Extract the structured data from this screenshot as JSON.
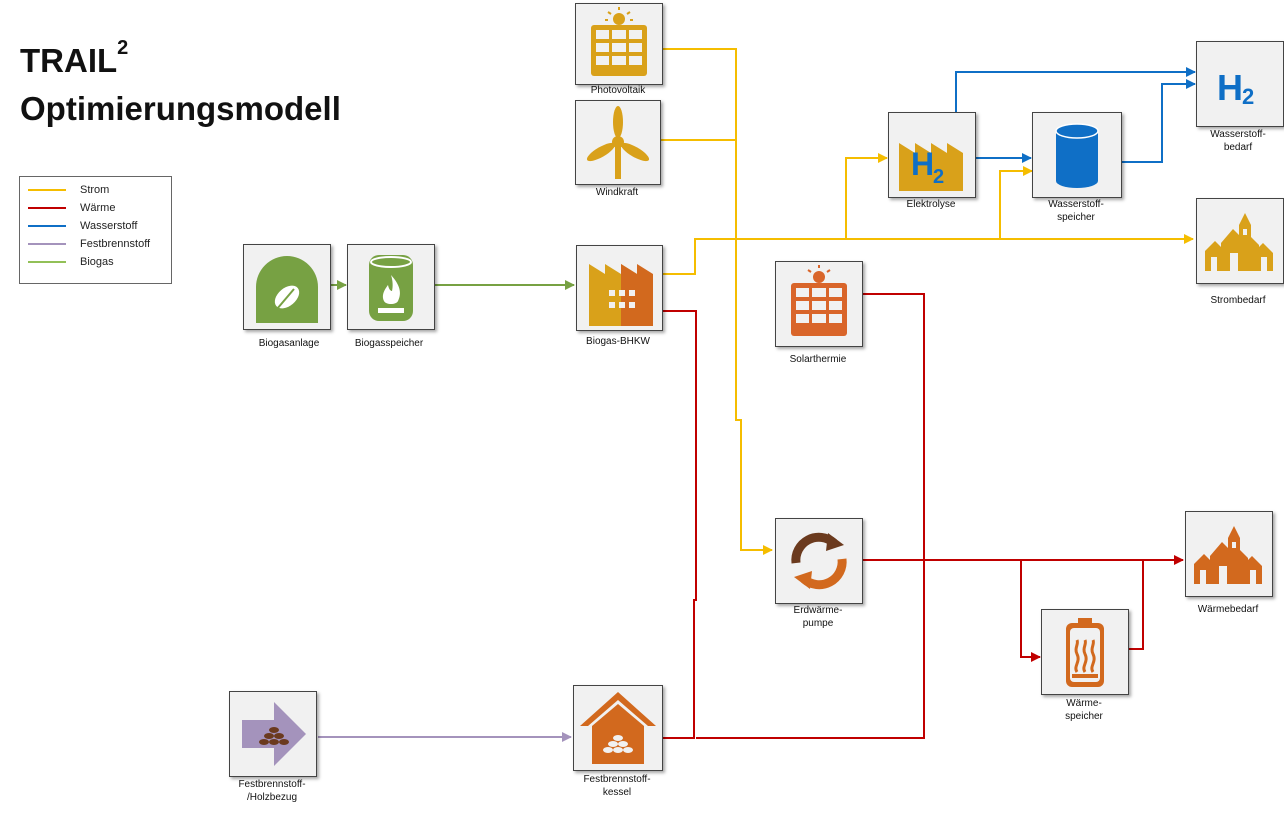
{
  "title": {
    "main": "TRAIL",
    "sup": "2",
    "sub": "Optimierungsmodell"
  },
  "legend": [
    {
      "label": "Strom",
      "color": "#f5bd00"
    },
    {
      "label": "Wärme",
      "color": "#c00000"
    },
    {
      "label": "Wasserstoff",
      "color": "#0f6fc6"
    },
    {
      "label": "Festbrennstoff",
      "color": "#a493bc"
    },
    {
      "label": "Biogas",
      "color": "#77a143"
    }
  ],
  "nodes": {
    "photovoltaik": {
      "label": "Photovoltaik",
      "icon": "solar-panel-icon"
    },
    "windkraft": {
      "label": "Windkraft",
      "icon": "wind-turbine-icon"
    },
    "biogasanlage": {
      "label": "Biogasanlage",
      "icon": "leaf-icon"
    },
    "biogasspeicher": {
      "label": "Biogasspeicher",
      "icon": "flame-tank-icon"
    },
    "biogas_bhkw": {
      "label": "Biogas-BHKW",
      "icon": "factory-icon"
    },
    "elektrolyse": {
      "label": "Elektrolyse",
      "icon": "h2-factory-icon",
      "glyph": "H",
      "sub": "2"
    },
    "wasserstoffspeicher": {
      "label": "Wasserstoff-\nspeicher",
      "icon": "cylinder-tank-icon"
    },
    "wasserstoffbedarf": {
      "label": "Wasserstoff-\nbedarf",
      "icon": "h2-icon",
      "glyph": "H",
      "sub": "2"
    },
    "strombedarf": {
      "label": "Strombedarf",
      "icon": "village-icon"
    },
    "solarthermie": {
      "label": "Solarthermie",
      "icon": "solar-thermal-icon"
    },
    "erdwaermepumpe": {
      "label": "Erdwärme-\npumpe",
      "icon": "cycle-arrows-icon"
    },
    "waermebedarf": {
      "label": "Wärmebedarf",
      "icon": "village-icon"
    },
    "waermespeicher": {
      "label": "Wärme-\nspeicher",
      "icon": "heat-battery-icon"
    },
    "festbrennstoff_bezug": {
      "label": "Festbrennstoff-\n/Holzbezug",
      "icon": "pellet-arrow-icon"
    },
    "festbrennstoffkessel": {
      "label": "Festbrennstoff-\nkessel",
      "icon": "pellet-house-icon"
    }
  }
}
